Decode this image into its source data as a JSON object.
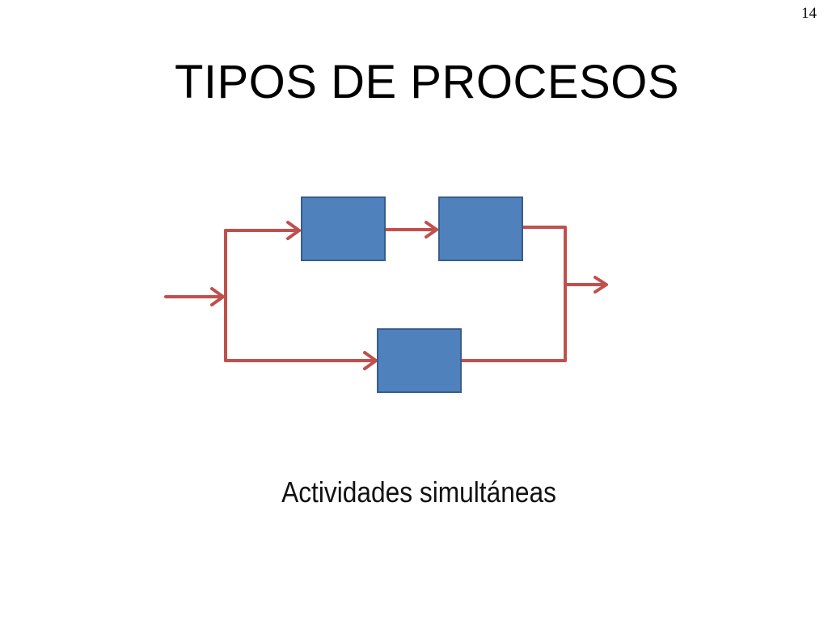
{
  "slide": {
    "page_number": "14",
    "title": "TIPOS DE PROCESOS",
    "caption": "Actividades simultáneas"
  },
  "diagram": {
    "box_fill": "#4F81BD",
    "box_stroke": "#385D8A",
    "arrow_color": "#C0504D",
    "nodes": [
      {
        "id": "activity-a"
      },
      {
        "id": "activity-b"
      },
      {
        "id": "activity-c"
      }
    ]
  }
}
